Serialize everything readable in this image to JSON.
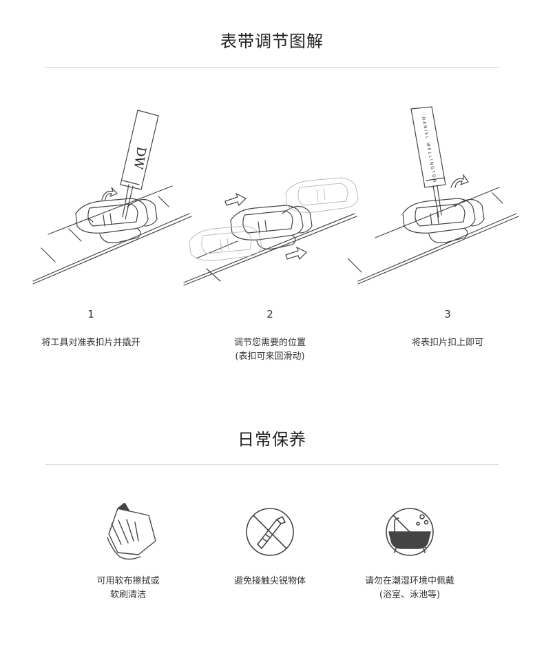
{
  "adjust": {
    "title": "表带调节图解",
    "steps": [
      {
        "number": "1",
        "caption_lines": [
          "将工具对准表扣片并撬开"
        ],
        "icon": "tool-pry-buckle-icon",
        "tool_text": "DW"
      },
      {
        "number": "2",
        "caption_lines": [
          "调节您需要的位置",
          "(表扣可来回滑动)"
        ],
        "icon": "slide-buckle-icon"
      },
      {
        "number": "3",
        "caption_lines": [
          "将表扣片扣上即可"
        ],
        "icon": "close-buckle-icon",
        "tool_text": "DANIEL WELLINGTON"
      }
    ]
  },
  "care": {
    "title": "日常保养",
    "items": [
      {
        "caption_lines": [
          "可用软布擦拭或",
          "软刷清洁"
        ],
        "icon": "cloth-wipe-icon"
      },
      {
        "caption_lines": [
          "避免接触尖锐物体"
        ],
        "icon": "no-sharp-objects-icon"
      },
      {
        "caption_lines": [
          "请勿在潮湿环境中佩戴",
          "(浴室、泳池等)"
        ],
        "icon": "no-bath-icon"
      }
    ]
  },
  "colors": {
    "line": "#444444",
    "divider": "#cfcfcf",
    "text": "#333333"
  }
}
